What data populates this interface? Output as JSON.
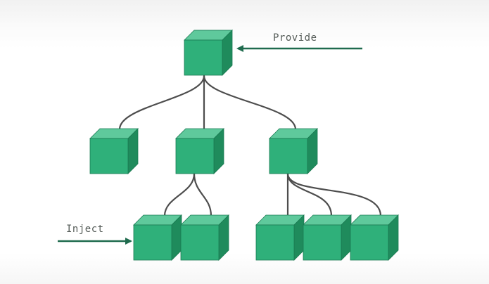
{
  "labels": {
    "provide": "Provide",
    "inject": "Inject"
  },
  "colors": {
    "cube_front": "#2fb07a",
    "cube_top": "#5fc99c",
    "cube_side": "#1f8b5c",
    "cube_edge": "#1a7a52",
    "connector": "#4d4d4d",
    "arrow": "#1f6b4e",
    "label_text": "#555c58"
  },
  "tree": {
    "root": "root",
    "children": {
      "root": [
        "child-a",
        "child-b",
        "child-c"
      ],
      "child-b": [
        "grandchild-b1",
        "grandchild-b2"
      ],
      "child-c": [
        "grandchild-c1",
        "grandchild-c2",
        "grandchild-c3"
      ]
    }
  }
}
